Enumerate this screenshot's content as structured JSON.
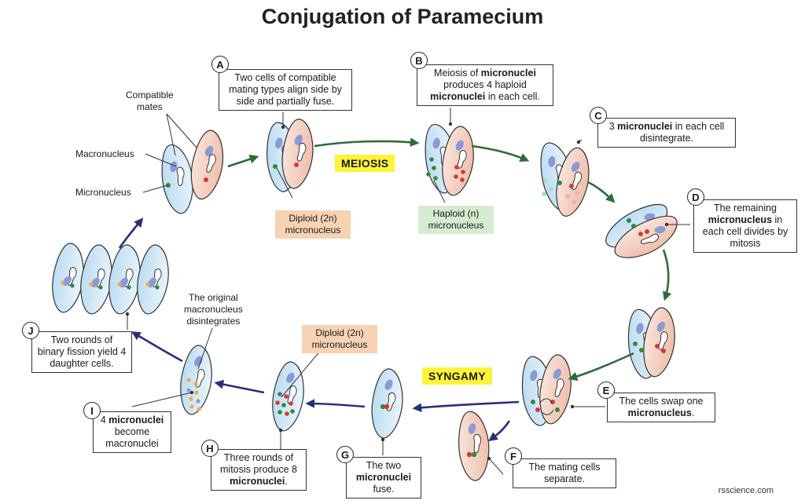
{
  "title": "Conjugation of Paramecium",
  "phases": {
    "meiosis": "MEIOSIS",
    "syngamy": "SYNGAMY"
  },
  "labels": {
    "compatible_mates": "Compatible\nmates",
    "macronucleus": "Macronucleus",
    "micronucleus": "Micronucleus",
    "diploid_1": "Diploid (2n)\nmicronucleus",
    "haploid": "Haploid (n)\nmicronucleus",
    "diploid_2": "Diploid (2n)\nmicronucleus",
    "original_macro": "The original\nmacronucleus\ndisintegrates"
  },
  "steps": {
    "A": {
      "letter": "A",
      "text": "Two cells of compatible mating types align side by side and partially fuse."
    },
    "B": {
      "letter": "B",
      "pre": "Meiosis of ",
      "bold1": "micronuclei",
      "mid": " produces 4 haploid ",
      "bold2": "micronuclei",
      "post": " in each cell."
    },
    "C": {
      "letter": "C",
      "pre": "3 ",
      "bold1": "micronuclei",
      "post": " in each cell disintegrate."
    },
    "D": {
      "letter": "D",
      "pre": "The remaining ",
      "bold1": "micronucleus",
      "post": " in each cell divides by mitosis"
    },
    "E": {
      "letter": "E",
      "pre": "The cells swap one ",
      "bold1": "micronucleus",
      "post": "."
    },
    "F": {
      "letter": "F",
      "text": "The mating cells separate."
    },
    "G": {
      "letter": "G",
      "pre": "The two ",
      "bold1": "micronuclei",
      "post": " fuse."
    },
    "H": {
      "letter": "H",
      "pre": "Three rounds of mitosis produce 8 ",
      "bold1": "micronuclei",
      "post": "."
    },
    "I": {
      "letter": "I",
      "pre": "4 ",
      "bold1": "micronuclei",
      "post": " become macronuclei"
    },
    "J": {
      "letter": "J",
      "text": "Two rounds of binary fission yield 4 daughter cells."
    }
  },
  "credit": "rsscience.com",
  "colors": {
    "cell_blue": "#cfe6f5",
    "cell_pink": "#f4cfc0",
    "macro": "#8a9ad6",
    "micro_green": "#2e8b3e",
    "micro_red": "#d23a3a",
    "micro_orange": "#f0a84a",
    "arrow_green": "#2f6b3a",
    "arrow_navy": "#2a2f7a",
    "phase_yellow": "#fff33a"
  }
}
